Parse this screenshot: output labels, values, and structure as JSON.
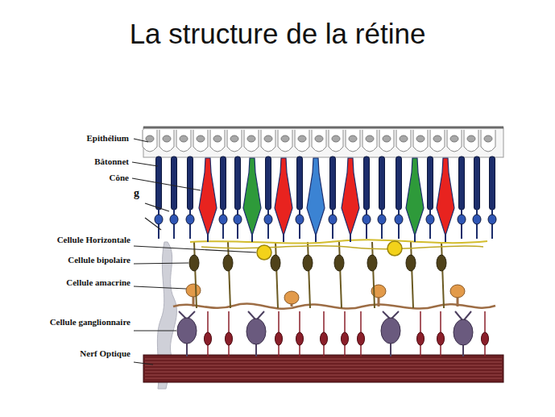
{
  "diagram": {
    "title": "La structure de la rétine",
    "labels": [
      "Epithélium",
      "Bâtonnet",
      "Cône",
      "g",
      "Cellule Horizontale",
      "Cellule bipolaire",
      "Cellule amacrine",
      "Cellule ganglionnaire",
      "Nerf Optique"
    ]
  }
}
